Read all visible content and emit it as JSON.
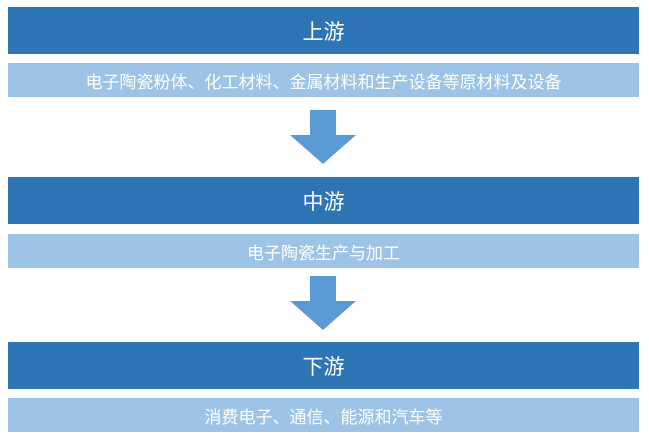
{
  "colors": {
    "header": "#2e75b6",
    "detail": "#9dc3e6",
    "arrow": "#5b9bd5",
    "text": "#ffffff"
  },
  "stages": [
    {
      "title": "上游",
      "detail": "电子陶瓷粉体、化工材料、金属材料和生产设备等原材料及设备"
    },
    {
      "title": "中游",
      "detail": "电子陶瓷生产与加工"
    },
    {
      "title": "下游",
      "detail": "消费电子、通信、能源和汽车等"
    }
  ],
  "arrows": [
    {
      "icon": "down-arrow-icon"
    },
    {
      "icon": "down-arrow-icon"
    }
  ]
}
